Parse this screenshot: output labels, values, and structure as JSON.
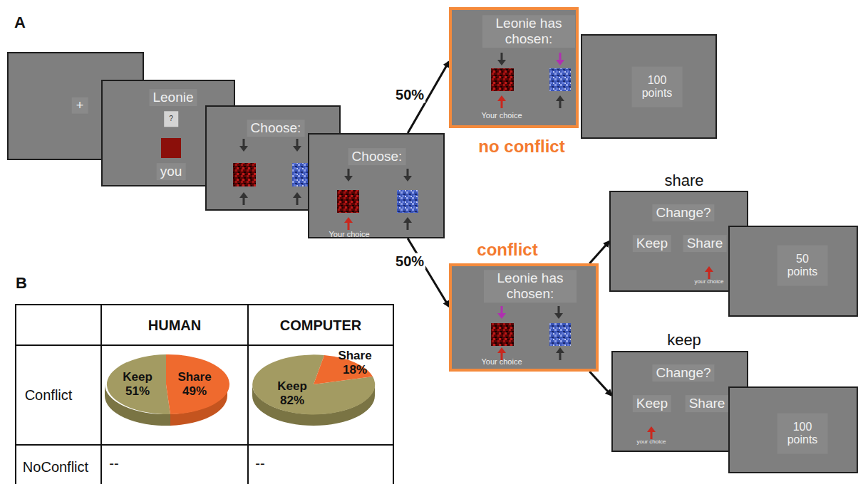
{
  "diagram": {
    "nodes": [
      {
        "text": [
          "+"
        ]
      },
      {
        "text": [
          "Leonie",
          "?",
          "you"
        ]
      },
      {
        "text": [
          "Choose:"
        ]
      },
      {
        "text": [
          "Choose:",
          "Your choice"
        ]
      },
      {
        "text": [
          "Leonie has chosen:",
          "Your choice",
          "no conflict"
        ]
      },
      {
        "text": [
          "100 points"
        ]
      },
      {
        "text": [
          "conflict",
          "Leonie has chosen:",
          "Your choice"
        ]
      },
      {
        "text": [
          "share",
          "Change?",
          "Keep",
          "Share",
          "your choice"
        ]
      },
      {
        "text": [
          "50 points"
        ]
      },
      {
        "text": [
          "keep",
          "Change?",
          "Keep",
          "Share",
          "your choice"
        ]
      },
      {
        "text": [
          "100 points"
        ]
      }
    ],
    "edges": [
      {
        "from": 3,
        "to": 4,
        "label": "50%",
        "arrow": "to"
      },
      {
        "from": 3,
        "to": 6,
        "label": "50%",
        "arrow": "to"
      },
      {
        "from": 6,
        "to": 7,
        "arrow": "to"
      },
      {
        "from": 6,
        "to": 9,
        "arrow": "to"
      }
    ],
    "labels": [
      "A",
      "B",
      "HUMAN",
      "COMPUTER",
      "Conflict",
      "Keep 51%",
      "Share 49%",
      "Keep 82%",
      "Share 18%",
      "NoConflict",
      "--",
      "--"
    ]
  }
}
